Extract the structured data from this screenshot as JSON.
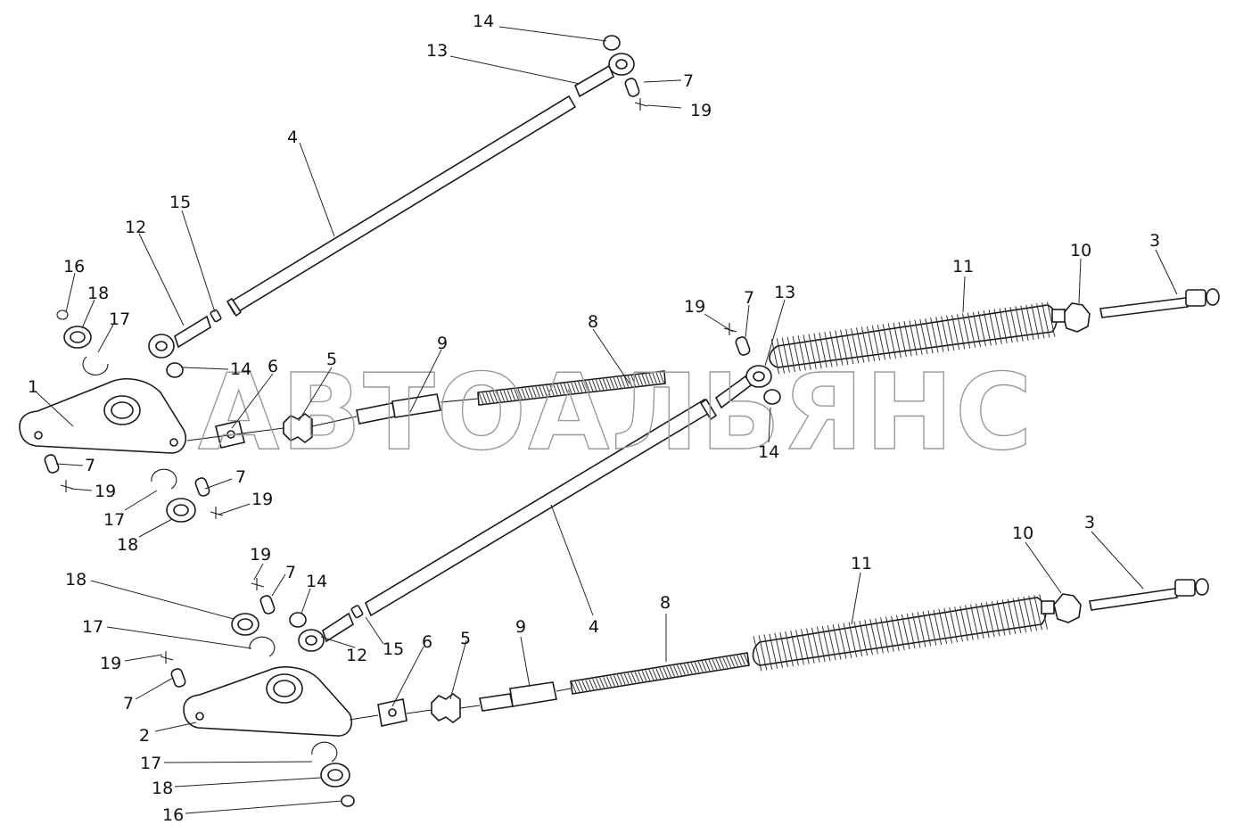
{
  "watermark": {
    "text": "АВТОАЛЬЯНС",
    "color": "#9a9a9a"
  },
  "callouts": {
    "c1": "1",
    "c2": "2",
    "c3": "3",
    "c4": "4",
    "c5": "5",
    "c6": "6",
    "c7": "7",
    "c8": "8",
    "c9": "9",
    "c10": "10",
    "c11": "11",
    "c12": "12",
    "c13": "13",
    "c14": "14",
    "c15": "15",
    "c16": "16",
    "c17": "17",
    "c18": "18",
    "c19": "19"
  },
  "colors": {
    "line": "#1a1a1a",
    "background": "#ffffff"
  }
}
